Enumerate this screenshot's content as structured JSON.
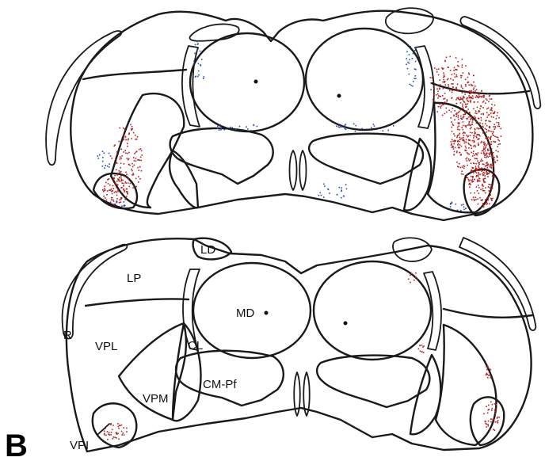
{
  "figure": {
    "panel_letter": "B",
    "region_labels": {
      "ld": "LD",
      "lp": "LP",
      "md": "MD",
      "r": "R",
      "vpl": "VPL",
      "cl": "CL",
      "cm_pf": "CM-Pf",
      "vpm": "VPM",
      "vpi": "VPI"
    },
    "colors": {
      "outline": "#1a1a1a",
      "red_cells": "#b22222",
      "blue_cells": "#2a4fb0"
    },
    "upper_section": {
      "red_cell_density": "high",
      "blue_cell_density": "moderate"
    },
    "lower_section": {
      "red_cell_density": "low",
      "blue_cell_density": "none"
    }
  }
}
